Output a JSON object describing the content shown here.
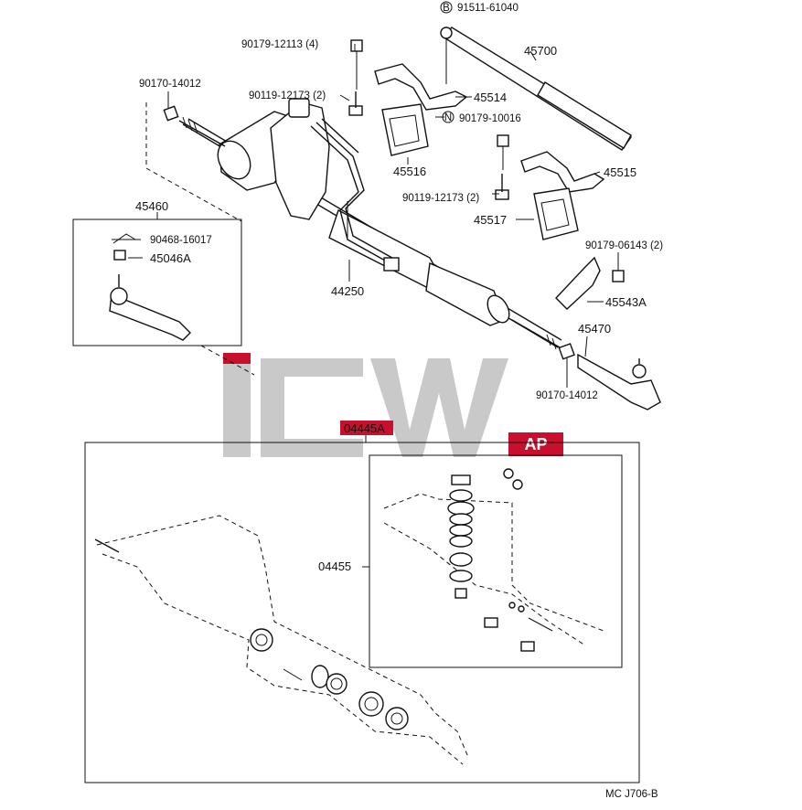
{
  "labels": {
    "p91511": "91511-61040",
    "p91511_mark": "B",
    "p45700": "45700",
    "p90179_12113": "90179-12113 (4)",
    "p90170_top": "90170-14012",
    "p90119_a": "90119-12173 (2)",
    "p45514": "45514",
    "p90179_10016": "90179-10016",
    "p90179_10016_mark": "N",
    "p45516": "45516",
    "p45515": "45515",
    "p90119_b": "90119-12173 (2)",
    "p45460": "45460",
    "p45517": "45517",
    "p90468": "90468-16017",
    "p45046A": "45046A",
    "p90179_06143": "90179-06143 (2)",
    "p44250": "44250",
    "p45543A": "45543A",
    "p45470": "45470",
    "p90170_bottom": "90170-14012",
    "p04445A": "04445A",
    "p04455": "04455",
    "ref": "MC J706-B"
  },
  "watermark": {
    "text_main": "IEW",
    "text_badge": "AP"
  },
  "colors": {
    "highlight": "#c8102e",
    "watermark": "#c9c9c9",
    "ink": "#111111"
  }
}
